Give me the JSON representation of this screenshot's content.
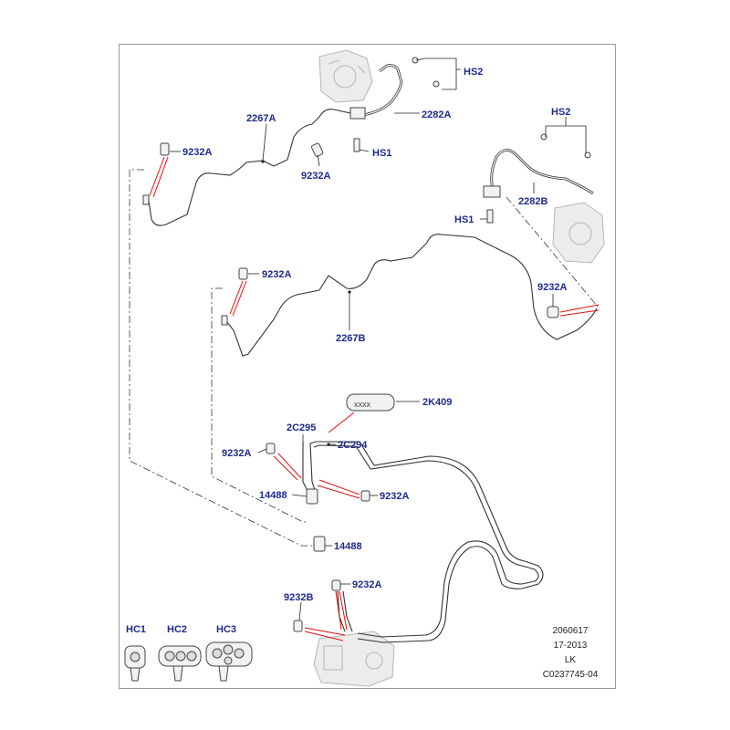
{
  "labels": {
    "hs2_top": "HS2",
    "p2267a": "2267A",
    "p2282a": "2282A",
    "hs1_top": "HS1",
    "c9232a_1": "9232A",
    "c9232a_2": "9232A",
    "hs2_right": "HS2",
    "p2282b": "2282B",
    "hs1_right": "HS1",
    "c9232a_3": "9232A",
    "c9232a_4": "9232A",
    "p2267b": "2267B",
    "p2k409": "2K409",
    "p2c295": "2C295",
    "p2c294": "2C294",
    "c9232a_5": "9232A",
    "c9232a_6": "9232A",
    "p14488_1": "14488",
    "p14488_2": "14488",
    "c9232a_7": "9232A",
    "c9232b": "9232B",
    "hc1": "HC1",
    "hc2": "HC2",
    "hc3": "HC3"
  },
  "stamp": {
    "line1": "2060617",
    "line2": "17-2013",
    "line3": "LK",
    "line4": "C0237745-04"
  },
  "colors": {
    "label": "#1f2a8a",
    "leader_red": "#e01010",
    "pipe": "#333333"
  }
}
